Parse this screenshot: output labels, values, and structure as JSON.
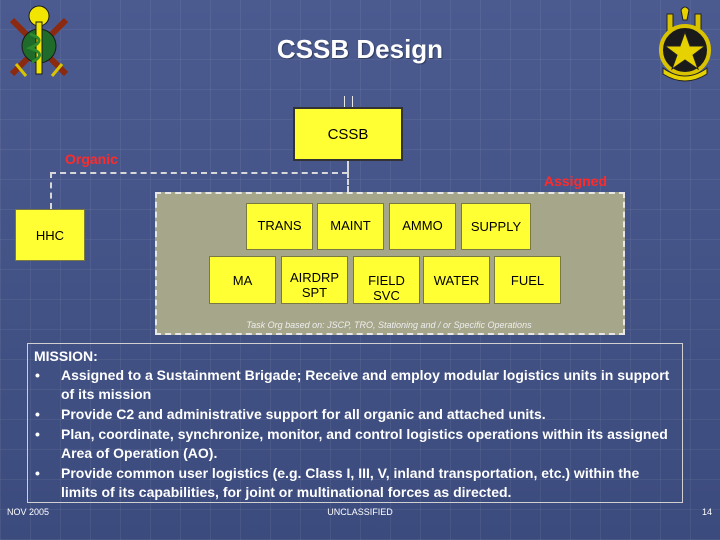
{
  "slide": {
    "title": "CSSB Design",
    "organic_label": "Organic",
    "assigned_label": "Assigned",
    "task_org_note": "Task Org based on:  JSCP, TRO, Stationing and / or Specific Operations"
  },
  "org_chart": {
    "top": "CSSB",
    "organic": [
      "HHC"
    ],
    "assigned_row1": [
      "TRANS",
      "MAINT",
      "AMMO",
      "SUPPLY"
    ],
    "assigned_row2": [
      "MA",
      "AIRDRP\nSPT",
      "FIELD\nSVC",
      "WATER",
      "FUEL"
    ]
  },
  "mission": {
    "heading": "MISSION:",
    "bullets": [
      "Assigned to a Sustainment Brigade; Receive and employ modular logistics units in support of its mission",
      "Provide C2 and administrative support for all organic and attached units.",
      "Plan, coordinate, synchronize, monitor, and control logistics operations within its assigned Area of Operation (AO).",
      "Provide common user logistics (e.g. Class I, III, V, inland transportation, etc.) within the limits of its capabilities, for joint or multinational forces as directed."
    ]
  },
  "footer": {
    "date": "NOV 2005",
    "classification": "UNCLASSIFIED",
    "page": "14"
  },
  "colors": {
    "background": "#3f4f82",
    "box_fill": "#ffff33",
    "accent_red": "#ff2a2a",
    "frame_fill": "#a6a68a"
  },
  "icons": {
    "left_logo": "medical-caduceus-insignia",
    "right_logo": "transportation-corps-insignia"
  }
}
